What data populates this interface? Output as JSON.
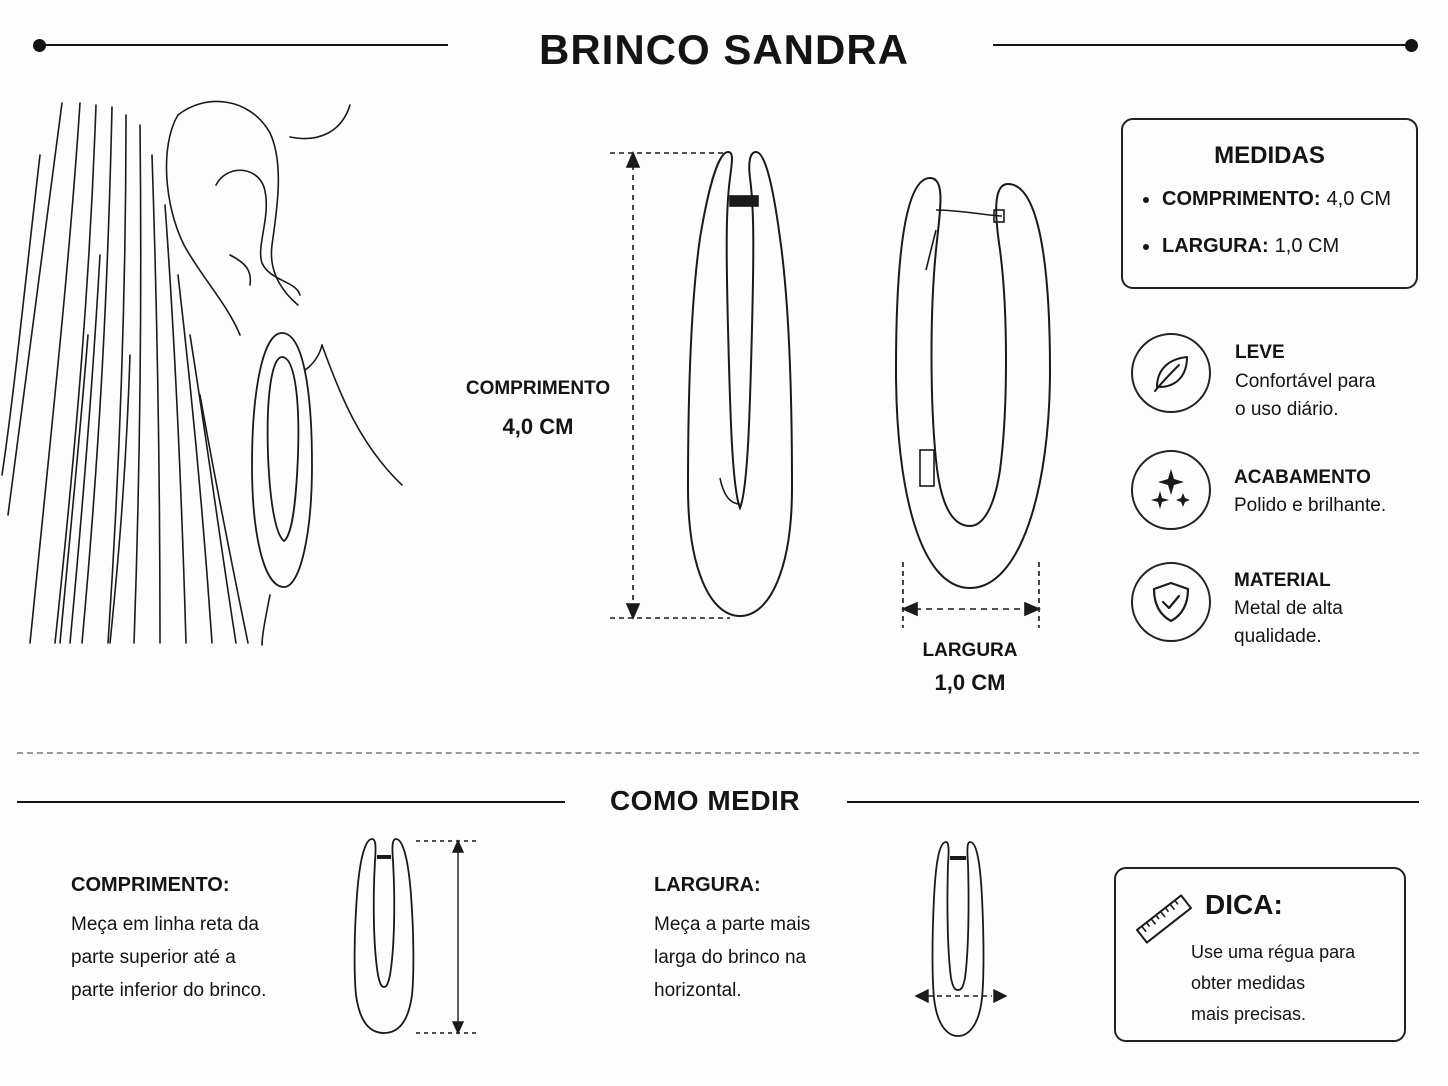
{
  "title": "BRINCO SANDRA",
  "dimensions": {
    "length_label": "COMPRIMENTO",
    "length_value": "4,0 CM",
    "width_label": "LARGURA",
    "width_value": "1,0 CM"
  },
  "measures_box": {
    "title": "MEDIDAS",
    "items": [
      {
        "label": "COMPRIMENTO:",
        "value": "4,0 CM"
      },
      {
        "label": "LARGURA:",
        "value": "1,0 CM"
      }
    ]
  },
  "features": [
    {
      "icon": "leaf-icon",
      "title": "LEVE",
      "line1": "Confortável para",
      "line2": "o uso diário."
    },
    {
      "icon": "sparkles-icon",
      "title": "ACABAMENTO",
      "line1": "Polido e brilhante.",
      "line2": ""
    },
    {
      "icon": "shield-check-icon",
      "title": "MATERIAL",
      "line1": "Metal de alta",
      "line2": "qualidade."
    }
  ],
  "how_to": {
    "title": "COMO MEDIR",
    "length": {
      "title": "COMPRIMENTO:",
      "lines": [
        "Meça em linha reta da",
        "parte superior até a",
        "parte inferior do brinco."
      ]
    },
    "width": {
      "title": "LARGURA:",
      "lines": [
        "Meça a parte mais",
        "larga do brinco na",
        "horizontal."
      ]
    }
  },
  "tip": {
    "icon": "ruler-icon",
    "title": "DICA:",
    "lines": [
      "Use uma régua para",
      "obter medidas",
      "mais precisas."
    ]
  }
}
